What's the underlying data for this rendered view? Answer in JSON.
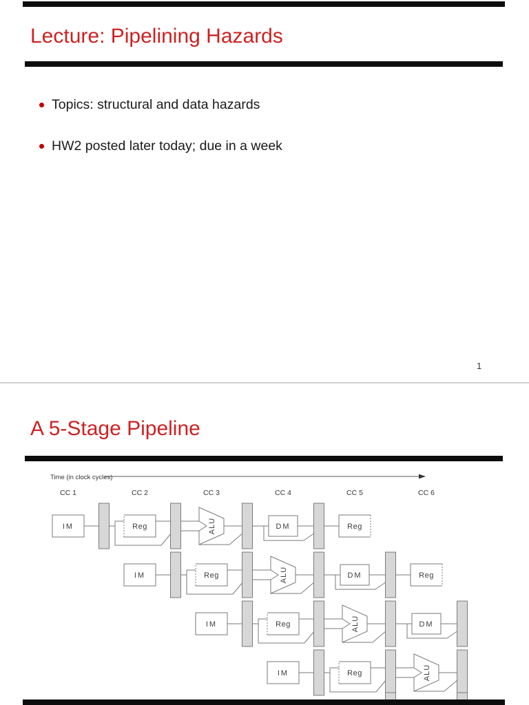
{
  "colors": {
    "title_red": "#cc2222",
    "rule_black": "#0d0d0d",
    "body_text": "#1a1a1a",
    "bullet_red": "#c00000",
    "diagram_outline": "#7a7a7a",
    "latch_fill": "#d7d7d7",
    "diagram_text": "#3c3c3c"
  },
  "slide1": {
    "title": "Lecture: Pipelining Hazards",
    "bullets": [
      {
        "text": "Topics: structural and data hazards"
      },
      {
        "text": "HW2 posted later today; due in a week"
      }
    ],
    "page_number": "1"
  },
  "slide2": {
    "title": "A 5-Stage Pipeline",
    "diagram": {
      "time_axis_label": "Time (in clock cycles)",
      "clock_cycle_labels": [
        "CC 1",
        "CC 2",
        "CC 3",
        "CC 4",
        "CC 5",
        "CC 6"
      ],
      "stage_labels": {
        "fetch": "IM",
        "decode": "Reg",
        "execute": "ALU",
        "memory": "DM",
        "writeback": "Reg"
      },
      "instruction_rows": 5
    }
  }
}
